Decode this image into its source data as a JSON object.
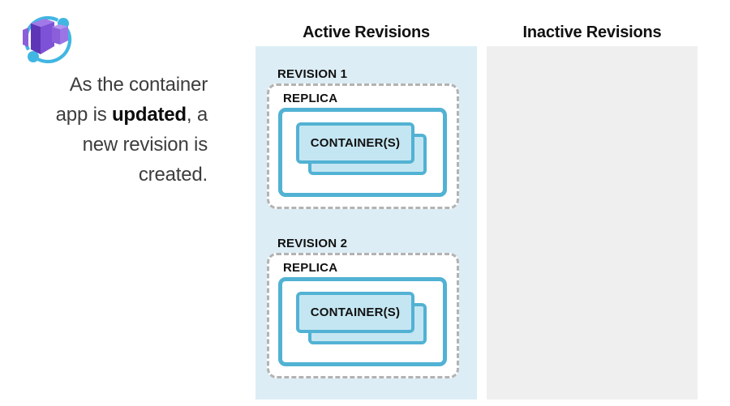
{
  "colors": {
    "active_panel": "#dcedf5",
    "inactive_panel": "#efefef",
    "box_border": "#52b2d3",
    "container_fill": "#c4e6f2",
    "dashed_border": "#b3b3b3",
    "icon_blue": "#41b6e2",
    "text_dark": "#3d3d3d",
    "text_black": "#111111"
  },
  "icon": {
    "name": "azure-container-apps"
  },
  "intro": {
    "before_bold": "As the container app is ",
    "bold": "updated",
    "after_bold": ", a new revision is created."
  },
  "columns": {
    "active": {
      "header": "Active Revisions",
      "revisions": [
        {
          "label": "REVISION 1",
          "replica_label": "REPLICA",
          "container_label": "CONTAINER(S)"
        },
        {
          "label": "REVISION 2",
          "replica_label": "REPLICA",
          "container_label": "CONTAINER(S)"
        }
      ]
    },
    "inactive": {
      "header": "Inactive Revisions"
    }
  }
}
